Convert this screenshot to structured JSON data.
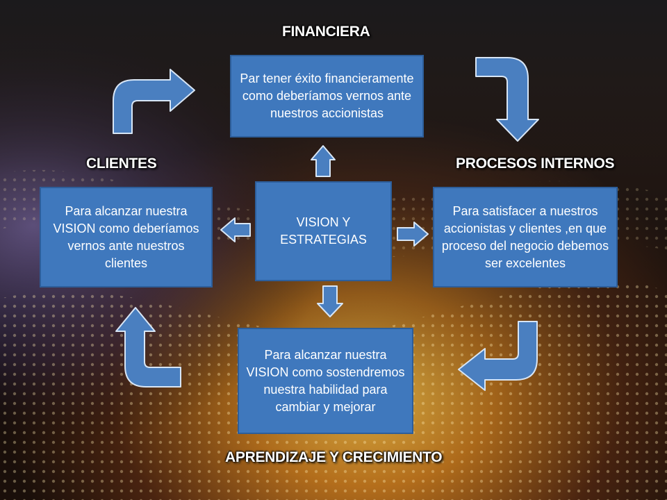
{
  "titles": {
    "financiera": "FINANCIERA",
    "clientes": "CLIENTES",
    "procesos": "PROCESOS INTERNOS",
    "aprendizaje": "APRENDIZAJE Y CRECIMIENTO"
  },
  "boxes": {
    "center": "VISION Y ESTRATEGIAS",
    "financiera": "Par tener éxito financieramente como deberíamos vernos ante nuestros accionistas",
    "clientes": "Para alcanzar nuestra VISION  como deberíamos vernos ante nuestros clientes",
    "procesos": "Para satisfacer a nuestros accionistas y clientes ,en que proceso del negocio debemos ser excelentes",
    "aprendizaje": "Para alcanzar nuestra VISION como sostendremos nuestra habilidad para cambiar y mejorar"
  },
  "colors": {
    "box_fill": "#3f78bd",
    "arrow_fill": "#4a7fc0",
    "text": "#ffffff"
  }
}
